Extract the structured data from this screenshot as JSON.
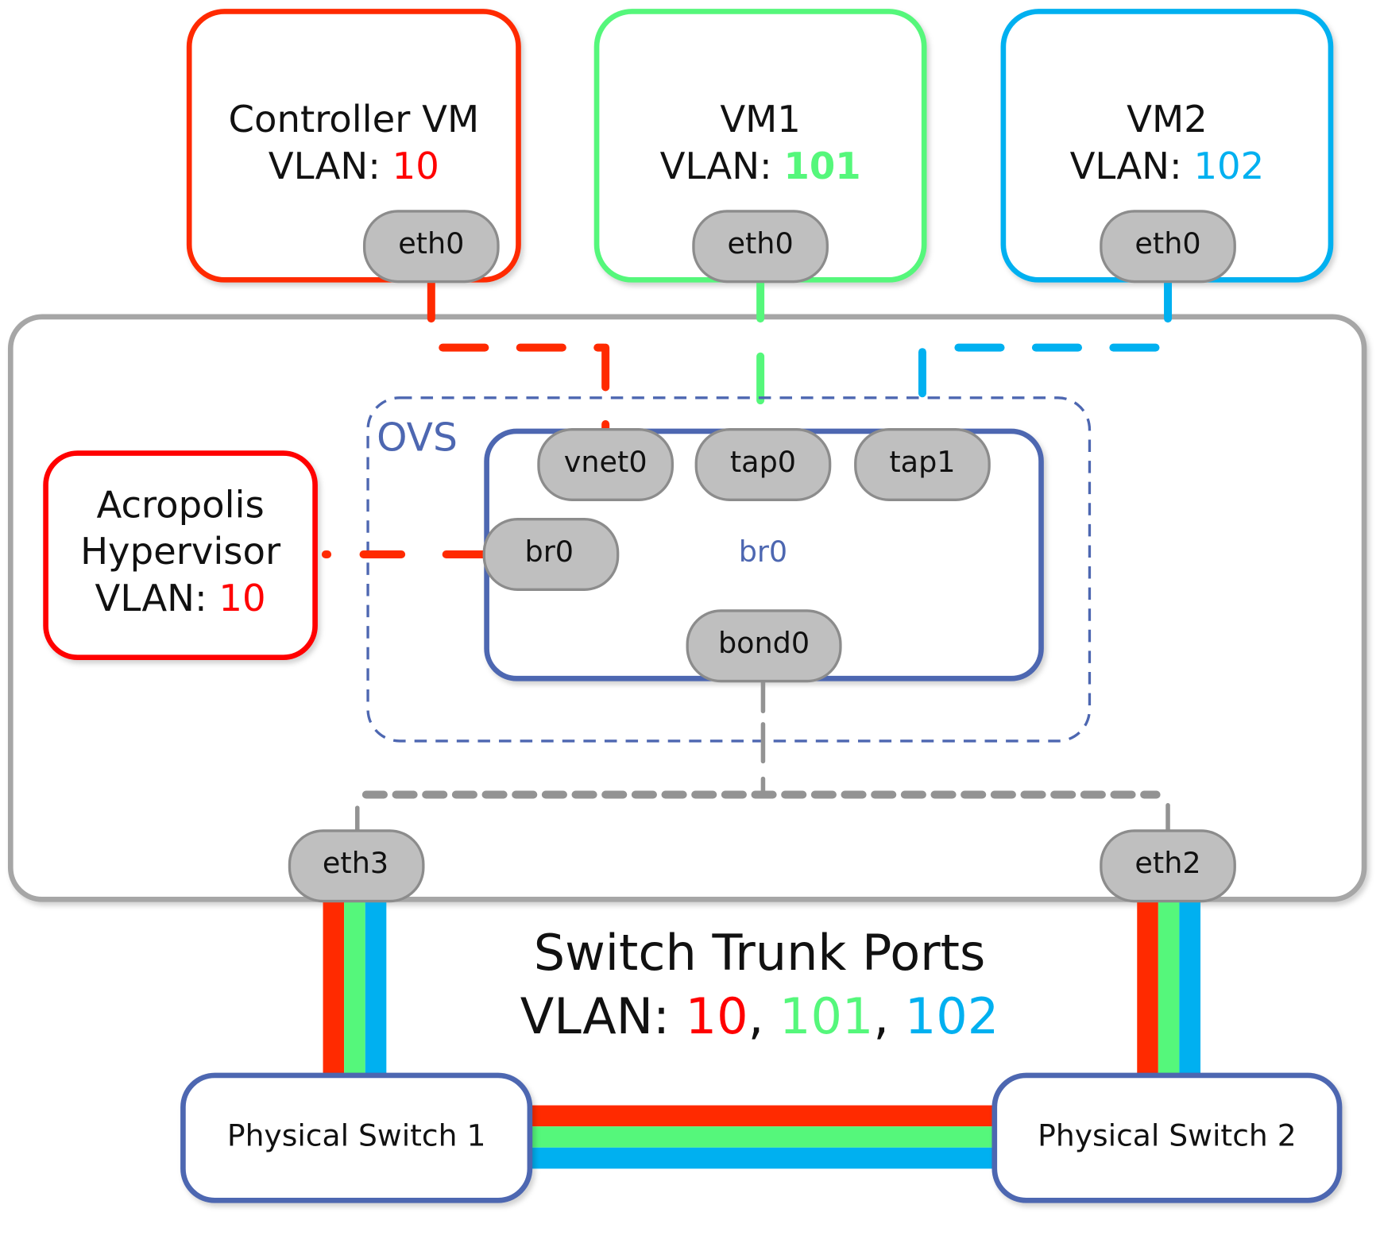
{
  "colors": {
    "vlan10": "#ff2a00",
    "vlan101": "#55f77b",
    "vlan102": "#00b0f0",
    "ovs": "#4d67b1",
    "host_border": "#a6a6a6",
    "nic_fill": "#bfbfbf",
    "nic_border": "#8c8c8c",
    "bond_link": "#939393",
    "ahv_border": "#ff0000"
  },
  "vms": [
    {
      "name": "Controller VM",
      "vlan_label": "VLAN: ",
      "vlan": "10",
      "nic": "eth0"
    },
    {
      "name": "VM1",
      "vlan_label": "VLAN: ",
      "vlan": "101",
      "nic": "eth0"
    },
    {
      "name": "VM2",
      "vlan_label": "VLAN: ",
      "vlan": "102",
      "nic": "eth0"
    }
  ],
  "hypervisor": {
    "line1": "Acropolis",
    "line2": "Hypervisor",
    "vlan_label": "VLAN: ",
    "vlan": "10"
  },
  "ovs": {
    "label": "OVS",
    "bridge_label": "br0",
    "ports": {
      "vnet0": "vnet0",
      "tap0": "tap0",
      "tap1": "tap1",
      "br0": "br0",
      "bond0": "bond0"
    }
  },
  "host_nics": {
    "left": "eth3",
    "right": "eth2"
  },
  "trunk": {
    "title": "Switch Trunk Ports",
    "vlan_label": "VLAN: ",
    "vlans": [
      "10",
      "101",
      "102"
    ],
    "separator": ", "
  },
  "switches": [
    {
      "name": "Physical Switch 1"
    },
    {
      "name": "Physical Switch 2"
    }
  ]
}
